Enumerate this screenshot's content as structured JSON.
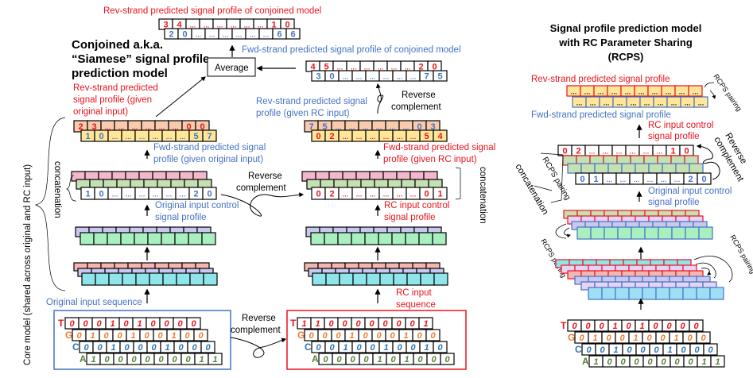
{
  "colors": {
    "red": "#e8141c",
    "blue": "#4472c4",
    "orange": "#ed7d31",
    "cblue": "#2e75b6",
    "green": "#548235",
    "black": "#000000",
    "peach": "#f8cbad",
    "yellow": "#ffe699",
    "pink": "#f4b8cc",
    "lightgreen": "#c5e0b3",
    "lavender": "#c9c9f0",
    "mint": "#a9f0c0",
    "salmon": "#f4b6b0",
    "cyan": "#8fe6ea",
    "lilac": "#e7d3f4",
    "skyblue": "#9fdff5"
  },
  "left": {
    "title_lines": [
      "Conjoined a.k.a.",
      "“Siamese” signal profile",
      "prediction model"
    ],
    "core_model_label": "Core model (shared across original and RC input)",
    "concat_label": "concatenation",
    "top_output": {
      "rev_label": "Rev-strand predicted signal profile of conjoined model",
      "fwd_label": "Fwd-strand predicted signal profile of conjoined model",
      "rev_values": [
        "3",
        "4",
        "…",
        "…",
        "…",
        "…",
        "…",
        "…",
        "1",
        "0"
      ],
      "fwd_values": [
        "2",
        "0",
        "…",
        "…",
        "…",
        "…",
        "…",
        "…",
        "6",
        "6"
      ]
    },
    "average_label": "Average",
    "rc_flipped": {
      "rev_values": [
        "4",
        "5",
        "…",
        "…",
        "…",
        "…",
        "…",
        "…",
        "2",
        "0"
      ],
      "fwd_values": [
        "3",
        "0",
        "…",
        "…",
        "…",
        "…",
        "…",
        "…",
        "7",
        "5"
      ]
    },
    "reverse_complement_label": [
      "Reverse",
      "complement"
    ],
    "orig_branch": {
      "rev_label": [
        "Rev-strand predicted",
        "signal profile (given",
        "original input)"
      ],
      "rev_values": [
        "2",
        "3",
        "…",
        "…",
        "…",
        "…",
        "…",
        "…",
        "0",
        "0"
      ],
      "fwd_values": [
        "1",
        "0",
        "…",
        "…",
        "…",
        "…",
        "…",
        "…",
        "5",
        "7"
      ],
      "fwd_label": [
        "Fwd-strand predicted signal",
        "profile (given original input)"
      ],
      "control_values": [
        "1",
        "0",
        "…",
        "…",
        "…",
        "…",
        "…",
        "…",
        "2",
        "0"
      ],
      "control_label": [
        "Original input control",
        "signal profile"
      ],
      "input_label": "Original input sequence",
      "sequence": {
        "T": [
          "0",
          "0",
          "0",
          "1",
          "0",
          "1",
          "0",
          "0",
          "0",
          "0"
        ],
        "G": [
          "0",
          "1",
          "0",
          "0",
          "1",
          "0",
          "0",
          "1",
          "0",
          "0"
        ],
        "C": [
          "0",
          "0",
          "1",
          "0",
          "0",
          "0",
          "1",
          "0",
          "0",
          "0"
        ],
        "A": [
          "1",
          "0",
          "0",
          "0",
          "0",
          "0",
          "0",
          "0",
          "1",
          "1"
        ]
      }
    },
    "rc_branch": {
      "rev_label": [
        "Rev-strand predicted signal",
        "profile (given RC input)"
      ],
      "rev_values": [
        "7",
        "5",
        "…",
        "…",
        "…",
        "…",
        "…",
        "…",
        "0",
        "3"
      ],
      "fwd_values": [
        "0",
        "2",
        "…",
        "…",
        "…",
        "…",
        "…",
        "…",
        "5",
        "4"
      ],
      "fwd_label": [
        "Fwd-strand predicted signal",
        "profile (given RC input)"
      ],
      "control_values": [
        "0",
        "2",
        "…",
        "…",
        "…",
        "…",
        "…",
        "…",
        "0",
        "1"
      ],
      "control_label": [
        "RC input control",
        "signal profile"
      ],
      "input_label": [
        "RC input",
        "sequence"
      ],
      "sequence": {
        "T": [
          "1",
          "1",
          "0",
          "0",
          "0",
          "0",
          "0",
          "0",
          "0",
          "1"
        ],
        "G": [
          "0",
          "0",
          "0",
          "1",
          "0",
          "0",
          "0",
          "1",
          "0",
          "0"
        ],
        "C": [
          "0",
          "0",
          "1",
          "0",
          "0",
          "1",
          "0",
          "0",
          "1",
          "0"
        ],
        "A": [
          "0",
          "0",
          "0",
          "0",
          "1",
          "0",
          "1",
          "0",
          "0",
          "0"
        ]
      }
    }
  },
  "right": {
    "title_lines": [
      "Signal profile prediction model",
      "with RC Parameter Sharing",
      "(RCPS)"
    ],
    "rev_label": "Rev-strand predicted signal profile",
    "fwd_label": "Fwd-strand predicted signal profile",
    "output_values": [
      "…",
      "…",
      "…",
      "…",
      "…",
      "…",
      "…",
      "…",
      "…",
      "…"
    ],
    "rcps_pairing_label": "RCPS pairing",
    "rc_control_label": [
      "RC input control",
      "signal profile"
    ],
    "rc_control_values": [
      "0",
      "2",
      "…",
      "…",
      "…",
      "…",
      "…",
      "…",
      "1",
      "0"
    ],
    "orig_control_values": [
      "0",
      "1",
      "…",
      "…",
      "…",
      "…",
      "…",
      "…",
      "2",
      "0"
    ],
    "orig_control_label": [
      "Original input control",
      "signal profile"
    ],
    "reverse_complement_label": [
      "Reverse",
      "complement"
    ],
    "concat_label": "concatenation",
    "sequence": {
      "T": [
        "0",
        "0",
        "0",
        "1",
        "0",
        "1",
        "0",
        "0",
        "0",
        "0"
      ],
      "G": [
        "0",
        "1",
        "0",
        "0",
        "1",
        "0",
        "0",
        "1",
        "0",
        "0"
      ],
      "C": [
        "0",
        "0",
        "1",
        "0",
        "0",
        "0",
        "1",
        "0",
        "0",
        "0"
      ],
      "A": [
        "1",
        "0",
        "0",
        "0",
        "0",
        "0",
        "0",
        "0",
        "1",
        "1"
      ]
    }
  }
}
